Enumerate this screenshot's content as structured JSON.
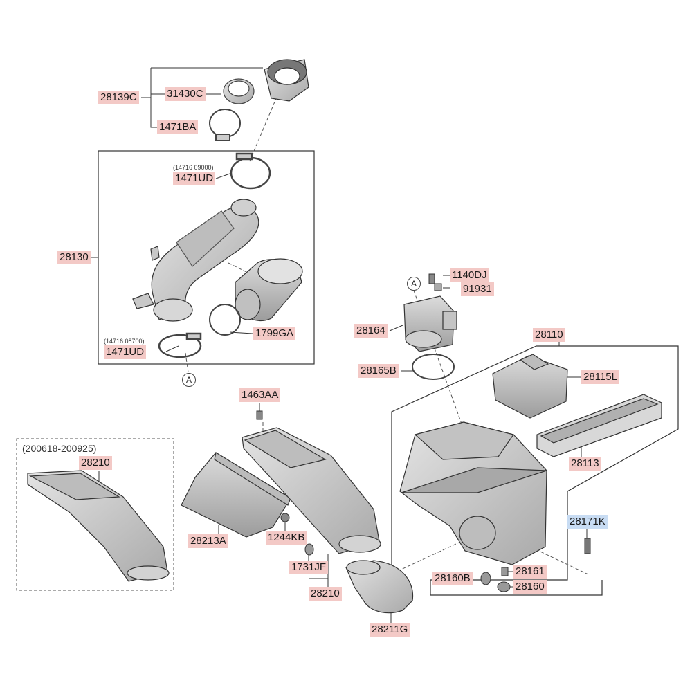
{
  "labels": {
    "l28139C": "28139C",
    "l31430C": "31430C",
    "l1471BA": "1471BA",
    "l1471UD_top": "1471UD",
    "l28130": "28130",
    "l1799GA": "1799GA",
    "l1471UD_bot": "1471UD",
    "l1463AA": "1463AA",
    "l28210_old": "28210",
    "l28213A": "28213A",
    "l1244KB": "1244KB",
    "l1731JF": "1731JF",
    "l28210": "28210",
    "l28211G": "28211G",
    "l1140DJ": "1140DJ",
    "l91931": "91931",
    "l28164": "28164",
    "l28165B": "28165B",
    "l28110": "28110",
    "l28115L": "28115L",
    "l28113": "28113",
    "l28171K": "28171K",
    "l28160B": "28160B",
    "l28161": "28161",
    "l28160": "28160"
  },
  "notes": {
    "n_top": "(14716 09000)",
    "n_bot": "(14716 08700)",
    "date_range": "(200618-200925)"
  },
  "markers": {
    "a_top": "A",
    "a_bot": "A"
  },
  "colors": {
    "label_bg": "#f3c9c6",
    "highlight_bg": "#c8dcf3",
    "part_fill": "#cfcfcf",
    "line": "#333333"
  }
}
